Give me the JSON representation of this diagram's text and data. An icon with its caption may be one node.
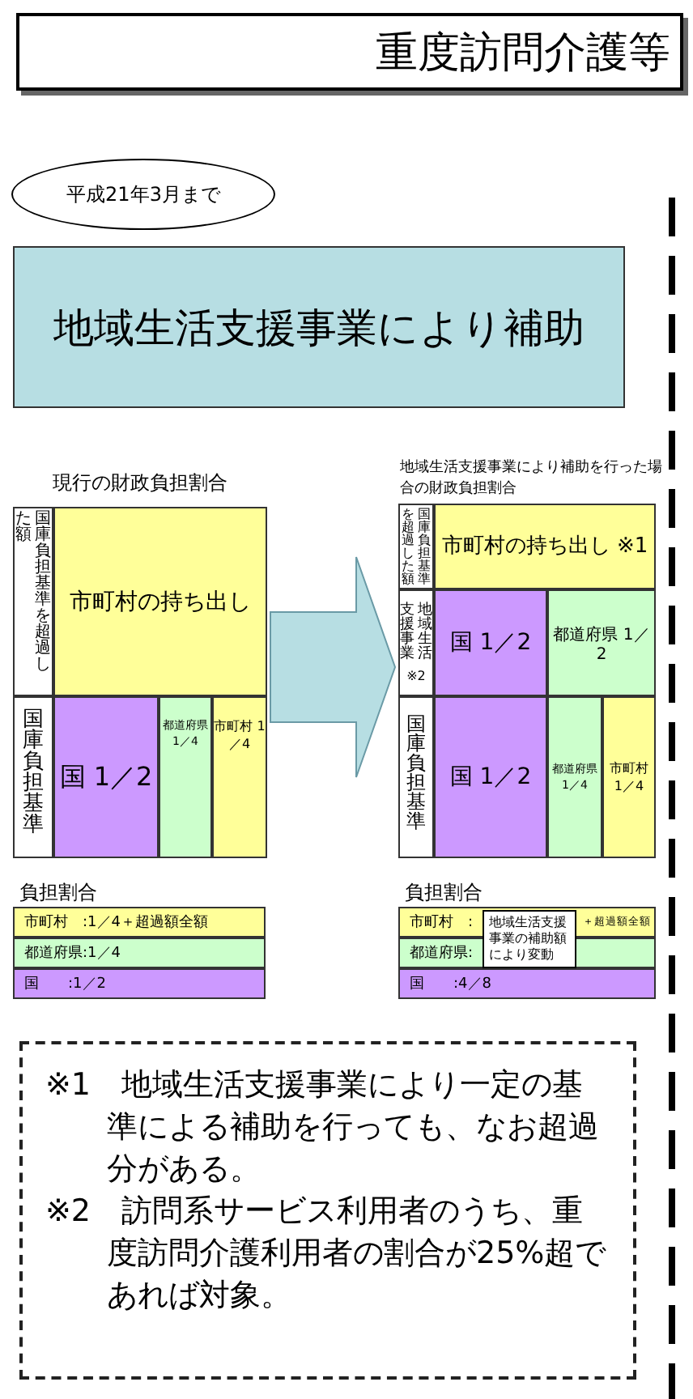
{
  "diagram": {
    "nodes": [
      {
        "text": [
          "重度訪問介護等"
        ]
      },
      {
        "text": [
          "平成21年3月まで"
        ]
      },
      {
        "text": [
          "地域生活支援事業により補助"
        ]
      },
      {
        "text": [
          "現行の財政負担割合"
        ]
      },
      {
        "text": [
          "国庫負担基準を超過した額"
        ],
        "in": 3
      },
      {
        "text": [
          "市町村の持ち出し"
        ],
        "in": 3
      },
      {
        "text": [
          "国庫負担基準"
        ],
        "in": 3
      },
      {
        "text": [
          "国 1／2"
        ],
        "in": 3
      },
      {
        "text": [
          "都道府県 1／4"
        ],
        "in": 3
      },
      {
        "text": [
          "市町村 1／4"
        ],
        "in": 3
      },
      {
        "text": [
          "地域生活支援事業により補助を行った場合の財政負担割合"
        ]
      },
      {
        "text": [
          "国庫負担基準を超過した額"
        ],
        "in": 10
      },
      {
        "text": [
          "市町村の持ち出し ※1"
        ],
        "in": 10
      },
      {
        "text": [
          "地域生活支援事業",
          "※2"
        ],
        "in": 10
      },
      {
        "text": [
          "国 1／2"
        ],
        "in": 10
      },
      {
        "text": [
          "都道府県 1／2"
        ],
        "in": 10
      },
      {
        "text": [
          "国庫負担基準"
        ],
        "in": 10
      },
      {
        "text": [
          "国 1／2"
        ],
        "in": 10
      },
      {
        "text": [
          "都道府県 1／4"
        ],
        "in": 10
      },
      {
        "text": [
          "市町村 1／4"
        ],
        "in": 10
      },
      {
        "text": [
          "市町村　:1／4＋超過額全額"
        ]
      },
      {
        "text": [
          "都道府県:1／4"
        ]
      },
      {
        "text": [
          "国　　:1／2"
        ]
      },
      {
        "text": [
          "市町村　:",
          "＋超過額全額"
        ]
      },
      {
        "text": [
          "地域生活支援事業の補助額により変動"
        ]
      },
      {
        "text": [
          "都道府県:"
        ]
      },
      {
        "text": [
          "国　　:4／8"
        ]
      },
      {
        "text": [
          "※1　地域生活支援事業により一定の基準による補助を行っても、なお超過分がある。",
          "※2　訪問系サービス利用者のうち、重度訪問介護利用者の割合が25%超であれば対象。"
        ]
      }
    ],
    "edges": [
      {
        "from": 3,
        "to": 10,
        "arrow": "to"
      }
    ],
    "labels": [
      "負担割合",
      "負担割合"
    ]
  }
}
